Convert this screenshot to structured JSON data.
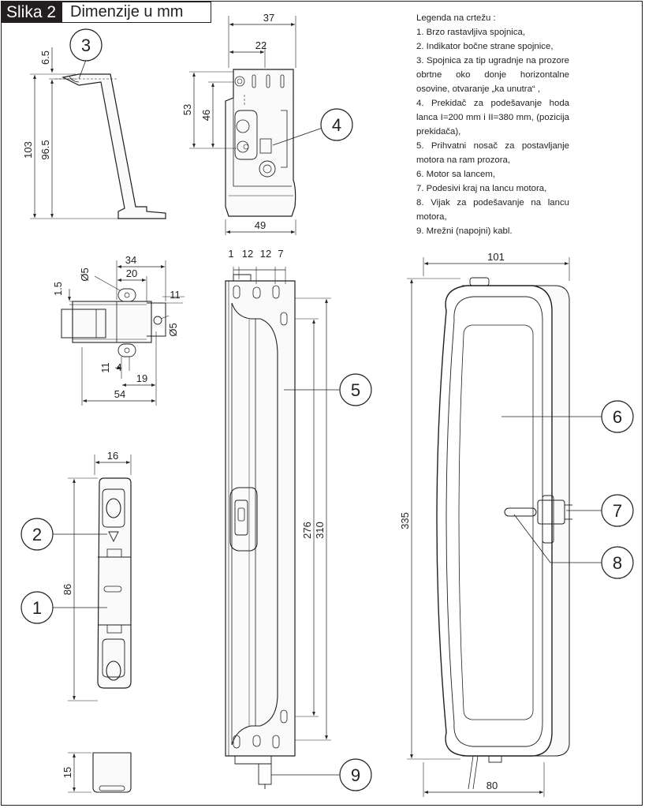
{
  "header": {
    "figure_label": "Slika 2",
    "title": "Dimenzije u mm"
  },
  "legend": {
    "title": "Legenda na crtežu :",
    "items": [
      "1. Brzo rastavljiva spojnica,",
      "2. Indikator bočne strane spojnice,",
      "3. Spojnica za tip ugradnje na prozore obrtne oko donje horizontalne osovine, otvaranje „ka unutra“ ,",
      "4. Prekidač za podešavanje hoda lanca I=200 mm i II=380 mm, (pozicija prekidača),",
      "5. Prihvatni nosač za postavljanje motora na ram prozora,",
      "6. Motor sa lancem,",
      "7. Podesivi kraj na lancu motora,",
      "8. Vijak za podešavanje na lancu motora,",
      "9. Mrežni (napojni) kabl."
    ]
  },
  "callouts": [
    "1",
    "2",
    "3",
    "4",
    "5",
    "6",
    "7",
    "8",
    "9"
  ],
  "dimensions": {
    "bracket_side": [
      "6.5",
      "103",
      "96.5"
    ],
    "bracket_front": [
      "37",
      "22",
      "53",
      "46",
      "49"
    ],
    "bracket_top": [
      "34",
      "20",
      "Ø5",
      "1.5",
      "11",
      "Ø5",
      "11",
      "4",
      "19",
      "54"
    ],
    "coupling": [
      "16",
      "86",
      "15"
    ],
    "mount": [
      "1",
      "12",
      "12",
      "7",
      "276",
      "310"
    ],
    "motor": [
      "101",
      "335",
      "80"
    ]
  }
}
